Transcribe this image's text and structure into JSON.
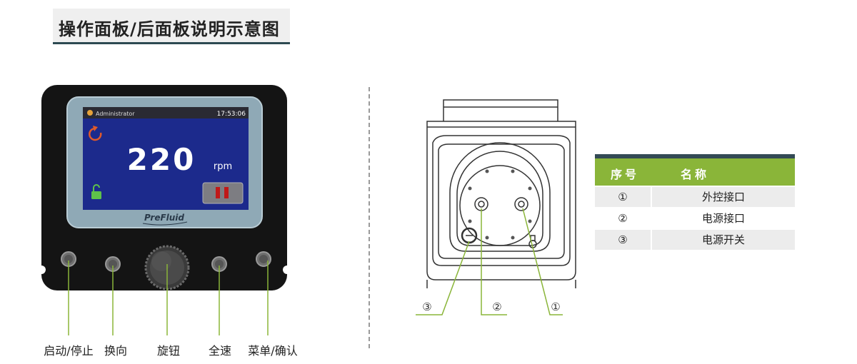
{
  "title": "操作面板/后面板说明示意图",
  "screen": {
    "user": "Administrator",
    "time": "17:53:06",
    "speed": "220",
    "unit": "rpm",
    "brand": "PreFluid"
  },
  "controls": [
    {
      "label": "启动/停止"
    },
    {
      "label": "换向"
    },
    {
      "label": "旋钮"
    },
    {
      "label": "全速"
    },
    {
      "label": "菜单/确认"
    }
  ],
  "table": {
    "headers": [
      "序号",
      "名称"
    ],
    "rows": [
      {
        "no": "①",
        "name": "外控接口"
      },
      {
        "no": "②",
        "name": "电源接口"
      },
      {
        "no": "③",
        "name": "电源开关"
      }
    ]
  },
  "callouts": [
    "③",
    "②",
    "①"
  ],
  "colors": {
    "accent_green": "#8ab539",
    "dark_bar": "#334a55",
    "screen_bg": "#1c2a8c",
    "bezel": "#8aa5b2",
    "stop_red": "#c01818"
  }
}
